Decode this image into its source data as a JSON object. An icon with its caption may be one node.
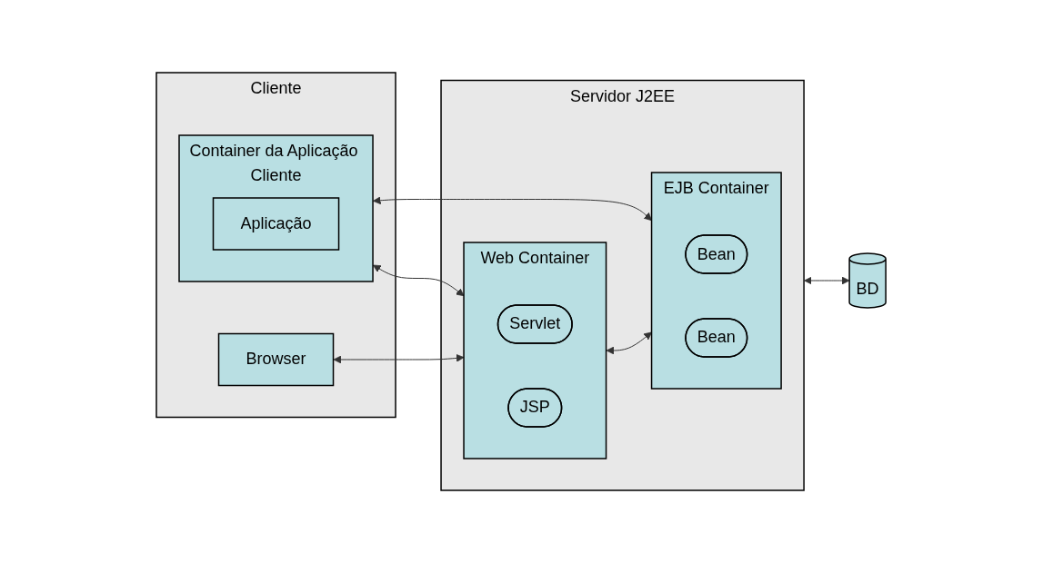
{
  "diagram": {
    "nodes": [
      {
        "text": [
          "Cliente"
        ]
      },
      {
        "text": [
          "Browser"
        ],
        "in": 0
      },
      {
        "text": [
          "Container da Aplicação Cliente"
        ],
        "in": 0
      },
      {
        "text": [
          "Aplicação"
        ],
        "in": 2
      },
      {
        "text": [
          "Servidor J2EE"
        ]
      },
      {
        "text": [
          "Web Container"
        ],
        "in": 4
      },
      {
        "text": [
          "Servlet"
        ],
        "in": 5
      },
      {
        "text": [
          "JSP"
        ],
        "in": 5
      },
      {
        "text": [
          "EJB Container"
        ],
        "in": 4
      },
      {
        "text": [
          "Bean"
        ],
        "in": 8
      },
      {
        "text": [
          "Bean"
        ],
        "in": 8
      },
      {
        "text": [
          "BD"
        ]
      }
    ],
    "edges": [
      {
        "from": 1,
        "to": 5,
        "arrow": "both"
      },
      {
        "from": 2,
        "to": 5,
        "arrow": "both"
      },
      {
        "from": 2,
        "to": 8,
        "arrow": "both"
      },
      {
        "from": 5,
        "to": 8,
        "arrow": "both"
      },
      {
        "from": 4,
        "to": 11,
        "arrow": "both"
      }
    ]
  }
}
